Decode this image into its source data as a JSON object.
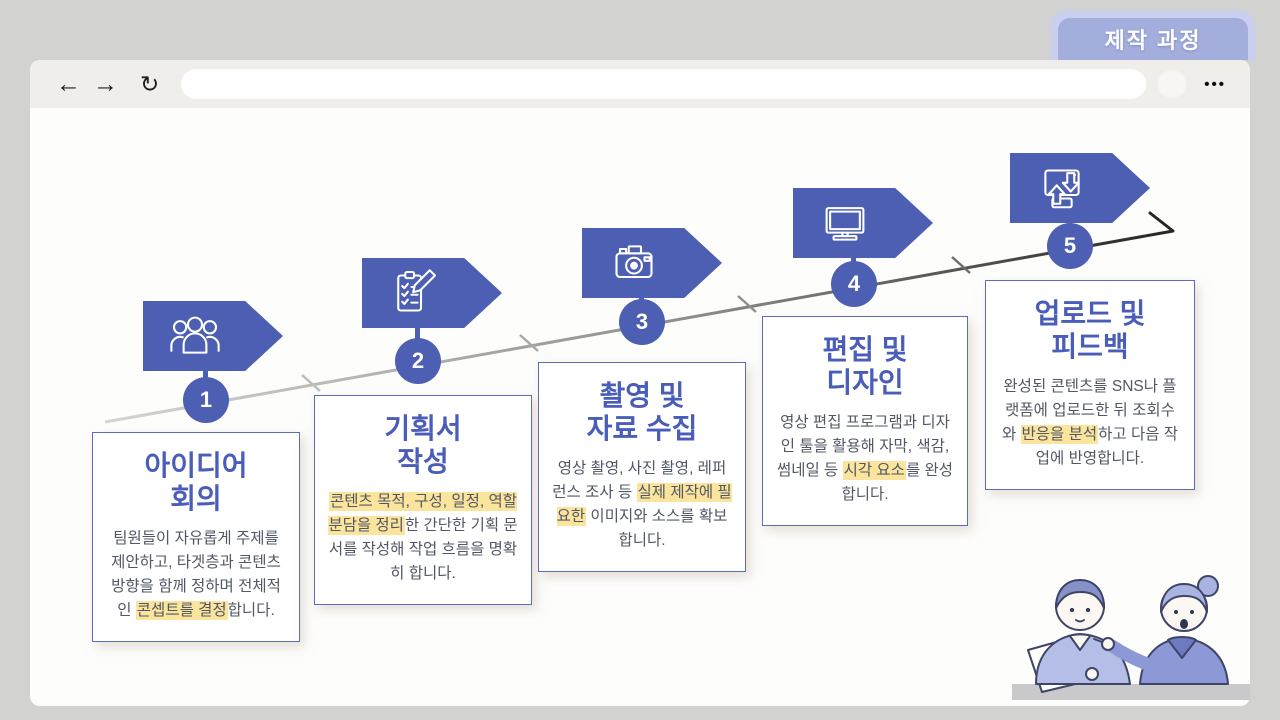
{
  "colors": {
    "accent_blue": "#4d5fb3",
    "title_blue": "#4a5db8",
    "card_border": "#5c6bbd",
    "body_text": "#525766",
    "highlight_yellow": "#fbe49c",
    "tab_fill": "#a3aedd",
    "tab_back": "#c9cfec",
    "outer_background": "#d2d2d1",
    "chrome_background": "#f0eeeb",
    "window_background": "#fdfdfc",
    "timeline_gradient_start": "#d4d4d4",
    "timeline_gradient_end": "#262626"
  },
  "tab": {
    "label": "제작 과정"
  },
  "browser": {
    "back_icon": "←",
    "forward_icon": "→",
    "refresh_icon": "↻",
    "url_value": "",
    "menu_icon": "•••"
  },
  "steps": [
    {
      "number": "1",
      "icon": "team-icon",
      "title": "아이디어\n회의",
      "body_segments": [
        {
          "text": "팀원들이 자유롭게 주제를 제안하고, 타겟층과 콘텐츠 방향을 함께 정하며 전체적인 ",
          "hl": false
        },
        {
          "text": "콘셉트를 결정",
          "hl": true
        },
        {
          "text": "합니다.",
          "hl": false
        }
      ]
    },
    {
      "number": "2",
      "icon": "clipboard-icon",
      "title": "기획서\n작성",
      "body_segments": [
        {
          "text": "콘텐츠 목적, 구성, 일정, 역할 분담을 정리",
          "hl": true
        },
        {
          "text": "한 간단한 기획 문서를 작성해 작업 흐름을 명확히 합니다.",
          "hl": false
        }
      ]
    },
    {
      "number": "3",
      "icon": "camera-icon",
      "title": "촬영 및\n자료 수집",
      "body_segments": [
        {
          "text": "영상 촬영, 사진 촬영, 레퍼런스 조사 등 ",
          "hl": false
        },
        {
          "text": "실제 제작에 필요한",
          "hl": true
        },
        {
          "text": " 이미지와 소스를 확보합니다.",
          "hl": false
        }
      ]
    },
    {
      "number": "4",
      "icon": "monitor-icon",
      "title": "편집 및\n디자인",
      "body_segments": [
        {
          "text": "영상 편집 프로그램과 디자인 툴을 활용해 자막, 색감, 썸네일 등 ",
          "hl": false
        },
        {
          "text": "시각 요소",
          "hl": true
        },
        {
          "text": "를 완성합니다.",
          "hl": false
        }
      ]
    },
    {
      "number": "5",
      "icon": "upload-icon",
      "title": "업로드 및\n피드백",
      "body_segments": [
        {
          "text": "완성된 콘텐츠를 SNS나 플랫폼에 업로드한 뒤 조회수와 ",
          "hl": false
        },
        {
          "text": "반응을 분석",
          "hl": true
        },
        {
          "text": "하고 다음 작업에 반영합니다.",
          "hl": false
        }
      ]
    }
  ],
  "illustration": {
    "name": "two-people-discussing-document-illustration"
  }
}
